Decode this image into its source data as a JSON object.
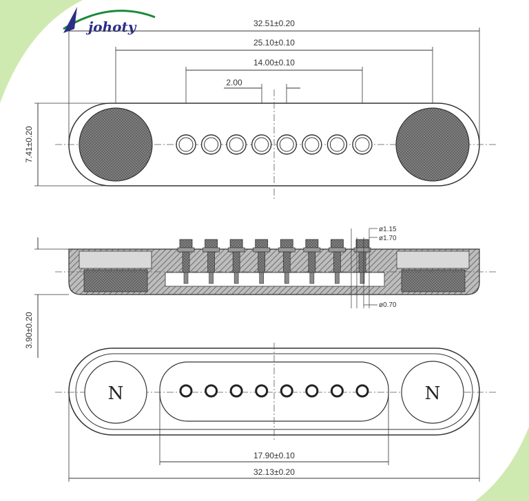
{
  "logo": {
    "brand": "johoty",
    "accent": "#1a8a3a",
    "color": "#2a2f8a"
  },
  "colors": {
    "corner_accent": "#9bd46a",
    "line": "#333333",
    "hatch": "#777777"
  },
  "top_view": {
    "dims": {
      "overall_length": "32.51±0.20",
      "magnet_pitch": "25.10±0.10",
      "pin_span": "14.00±0.10",
      "pin_pitch": "2.00",
      "height": "7.41±0.20"
    },
    "pin_count": 8
  },
  "side_view": {
    "dims": {
      "d1": "ø1.15",
      "d2": "ø1.70",
      "d3": "ø0.70",
      "thickness": "3.90±0.20"
    }
  },
  "bottom_view": {
    "dims": {
      "inner_length": "17.90±0.10",
      "overall_length": "32.13±0.20"
    },
    "magnet_labels": [
      "N",
      "N"
    ]
  }
}
